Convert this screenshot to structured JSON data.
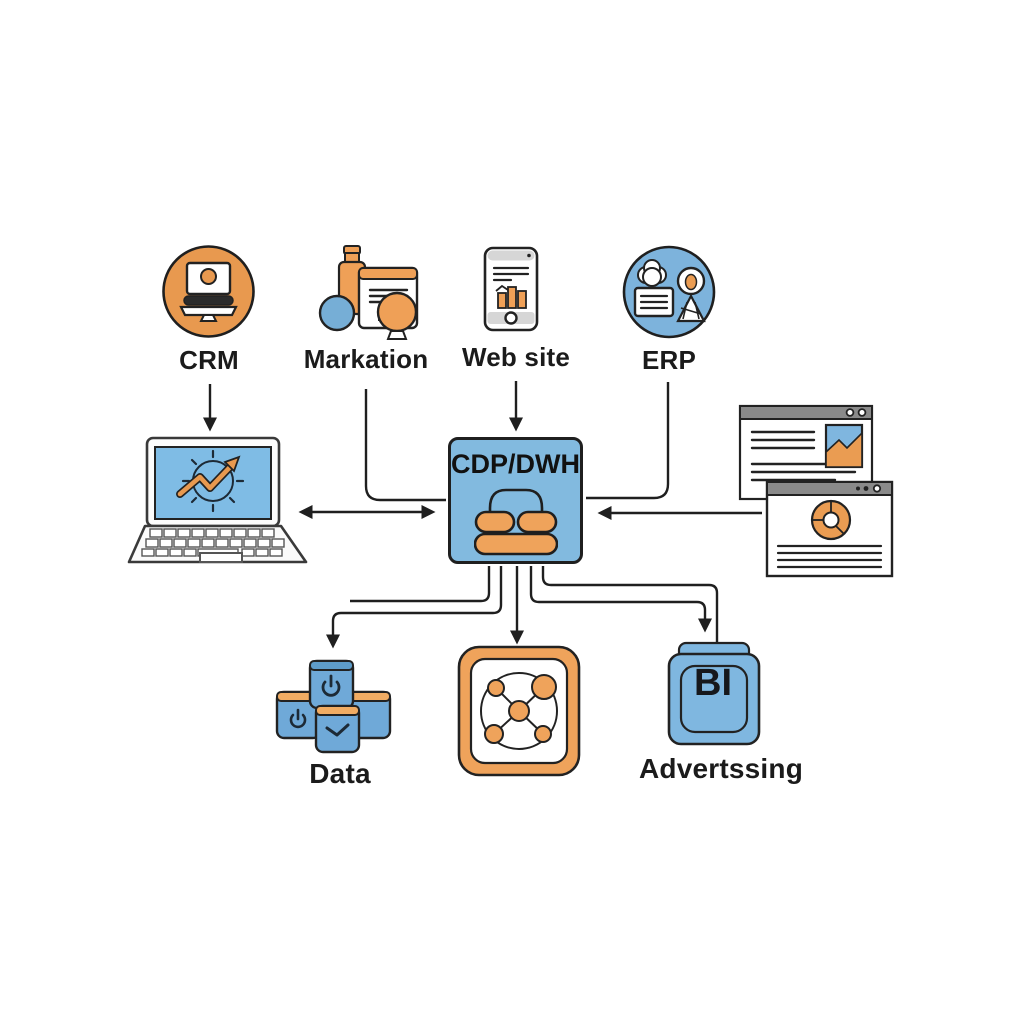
{
  "nodes": {
    "crm": {
      "label": "CRM"
    },
    "marketing": {
      "label": "Markation"
    },
    "website": {
      "label": "Web site"
    },
    "erp": {
      "label": "ERP"
    },
    "hub": {
      "label": "CDP/DWH"
    },
    "data": {
      "label": "Data"
    },
    "advertising": {
      "label": "Advertssing",
      "badge": "BI"
    }
  },
  "colors": {
    "orange": "#E8994F",
    "orange_light": "#F1AC63",
    "blue": "#80B7E0",
    "blue_medium": "#6FA9D8",
    "titlebar_gray": "#8A8A8A",
    "outline": "#1F1F1F",
    "background": "#FFFFFF",
    "text": "#1A1A1A"
  }
}
